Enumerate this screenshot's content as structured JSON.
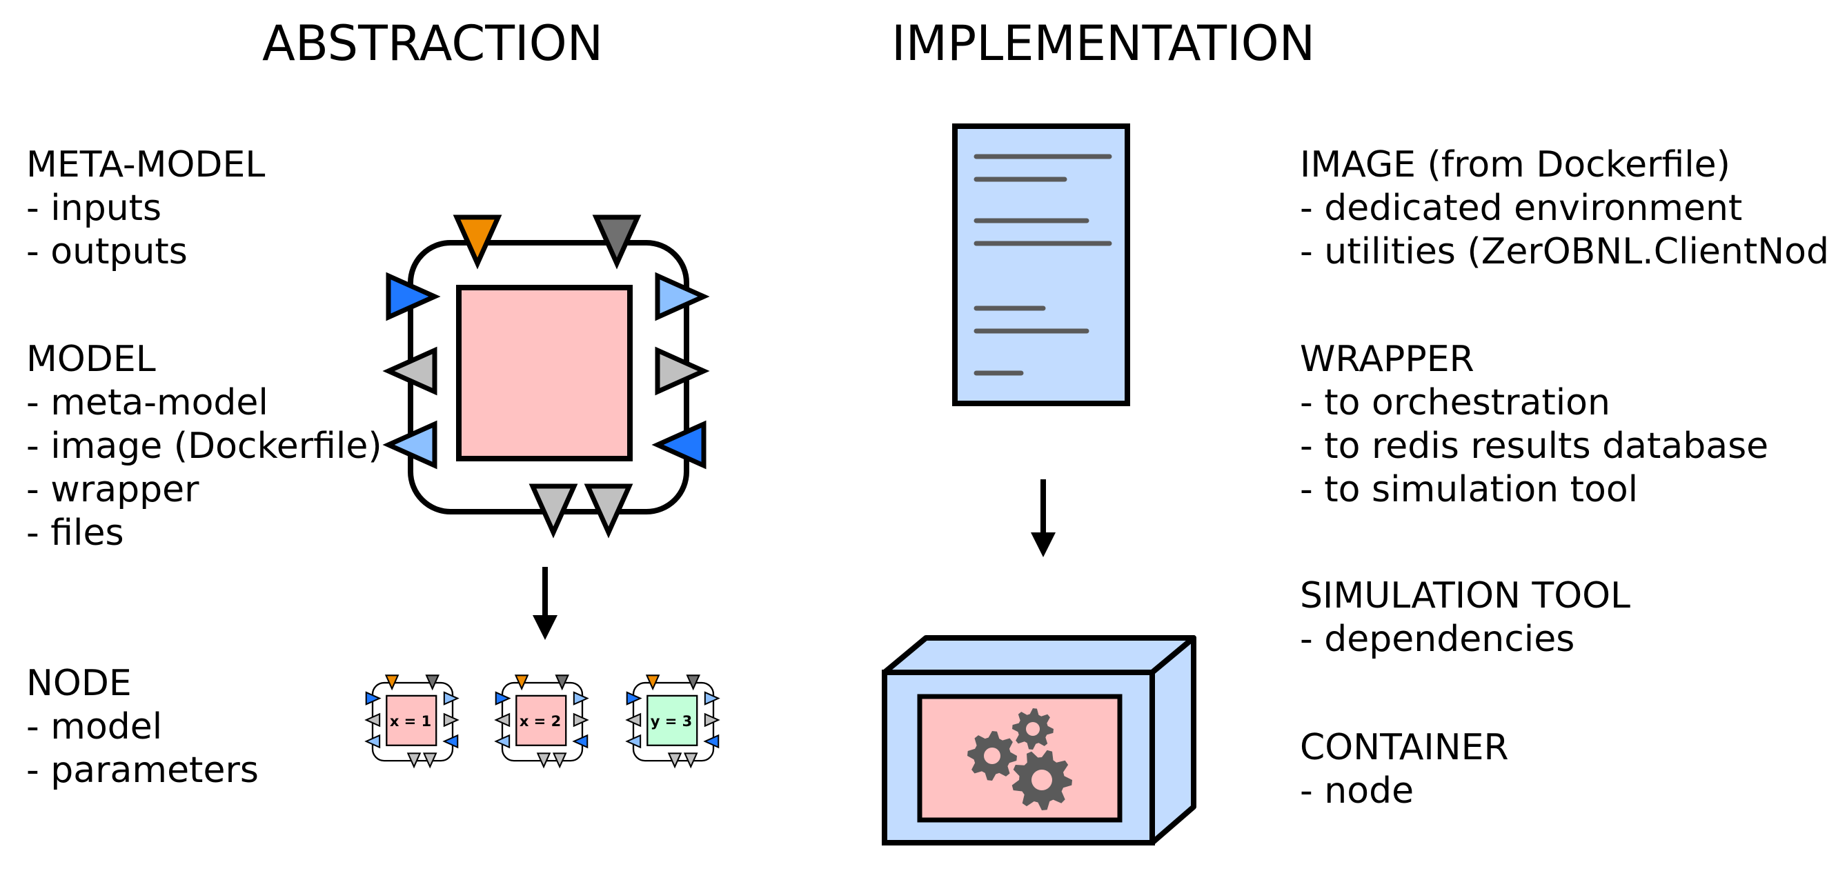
{
  "headings": {
    "abstraction": "ABSTRACTION",
    "implementation": "IMPLEMENTATION"
  },
  "abstraction": {
    "meta_model": {
      "title": "META-MODEL",
      "items": [
        "- inputs",
        "- outputs"
      ]
    },
    "model": {
      "title": "MODEL",
      "items": [
        "- meta-model",
        "- image (Dockerfile)",
        "- wrapper",
        "- files"
      ]
    },
    "node": {
      "title": "NODE",
      "items": [
        "- model",
        "- parameters"
      ]
    },
    "node_instances": [
      "x = 1",
      "x = 2",
      "y = 3"
    ]
  },
  "implementation": {
    "image": {
      "title": "IMAGE (from Dockerfile)",
      "items": [
        "- dedicated environment",
        "- utilities (ZerOBNL.ClientNode)"
      ]
    },
    "wrapper": {
      "title": "WRAPPER",
      "items": [
        "- to orchestration",
        "- to redis results database",
        "- to simulation tool"
      ]
    },
    "simulation_tool": {
      "title": "SIMULATION TOOL",
      "items": [
        "- dependencies"
      ]
    },
    "container": {
      "title": "CONTAINER",
      "items": [
        "- node"
      ]
    }
  },
  "colors": {
    "model_fill": "#ffc2c2",
    "node3_fill": "#c2ffd9",
    "document_fill": "#c2dcff",
    "container_fill": "#c2dcff",
    "port_orange": "#f08c00",
    "port_dark_gray": "#707070",
    "port_blue": "#1f78ff",
    "port_light_blue": "#8cc0ff",
    "port_light_gray": "#c0c0c0",
    "gear": "#5a5a5a",
    "document_lines": "#5a5a5a"
  }
}
